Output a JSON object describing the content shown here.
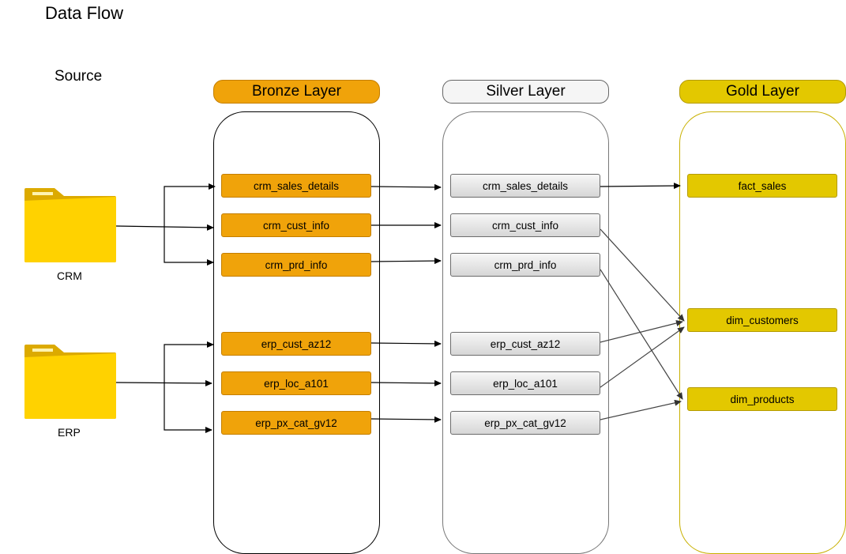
{
  "title": "Data Flow",
  "source_heading": "Source",
  "sources": [
    {
      "label": "CRM",
      "icon": "folder-icon"
    },
    {
      "label": "ERP",
      "icon": "folder-icon"
    }
  ],
  "layers": {
    "bronze": {
      "header": "Bronze Layer",
      "color": "#f0a30a",
      "tables": [
        "crm_sales_details",
        "crm_cust_info",
        "crm_prd_info",
        "erp_cust_az12",
        "erp_loc_a101",
        "erp_px_cat_gv12"
      ]
    },
    "silver": {
      "header": "Silver Layer",
      "color": "#f5f5f5",
      "tables": [
        "crm_sales_details",
        "crm_cust_info",
        "crm_prd_info",
        "erp_cust_az12",
        "erp_loc_a101",
        "erp_px_cat_gv12"
      ]
    },
    "gold": {
      "header": "Gold Layer",
      "color": "#e3c800",
      "tables": [
        "fact_sales",
        "dim_customers",
        "dim_products"
      ]
    }
  }
}
